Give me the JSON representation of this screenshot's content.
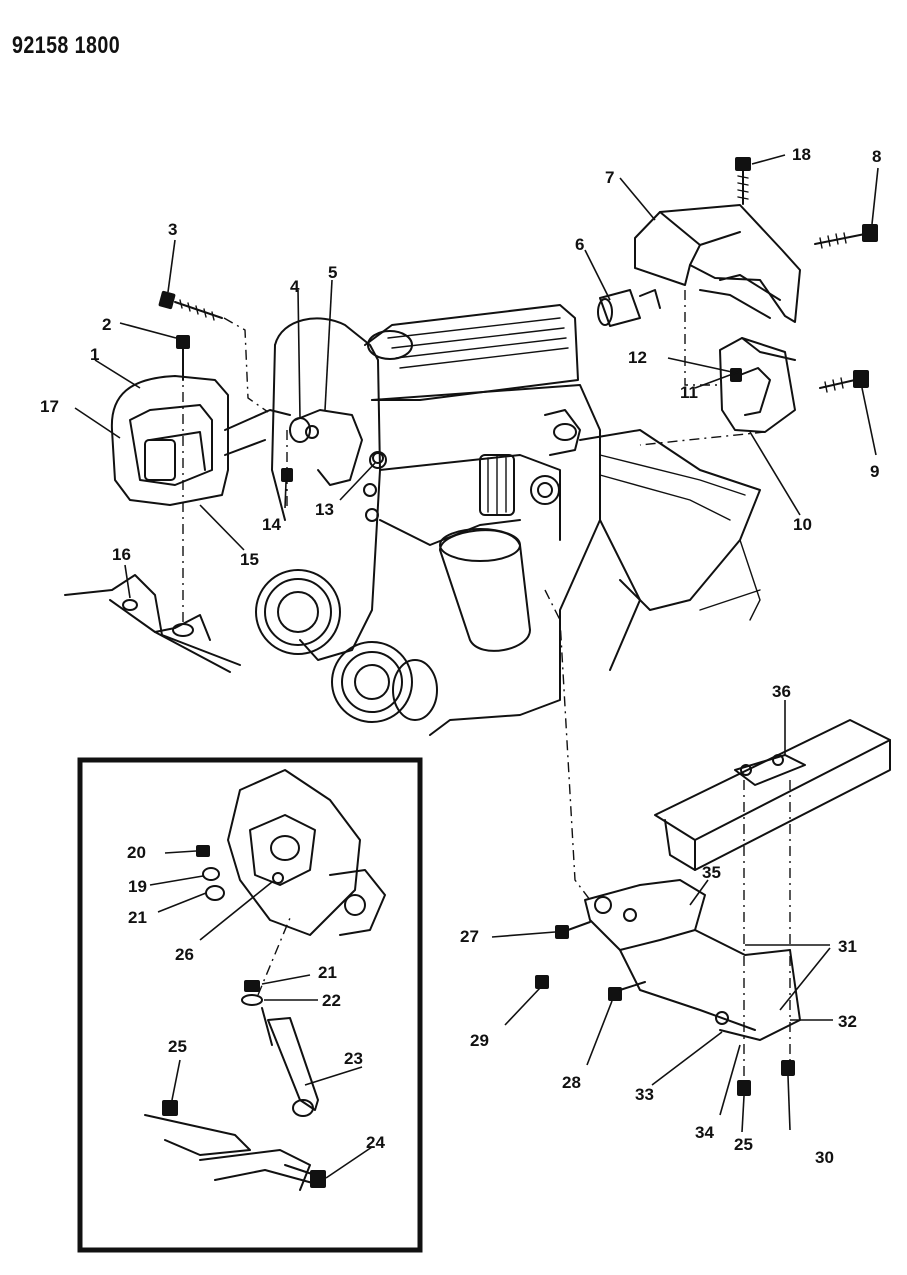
{
  "diagram_number": "92158 1800",
  "callouts": [
    "1",
    "2",
    "3",
    "4",
    "5",
    "6",
    "7",
    "8",
    "9",
    "10",
    "11",
    "12",
    "13",
    "14",
    "15",
    "16",
    "17",
    "18",
    "19",
    "20",
    "21",
    "21",
    "22",
    "23",
    "24",
    "25",
    "25",
    "26",
    "27",
    "28",
    "29",
    "30",
    "31",
    "32",
    "33",
    "34",
    "35",
    "36"
  ]
}
